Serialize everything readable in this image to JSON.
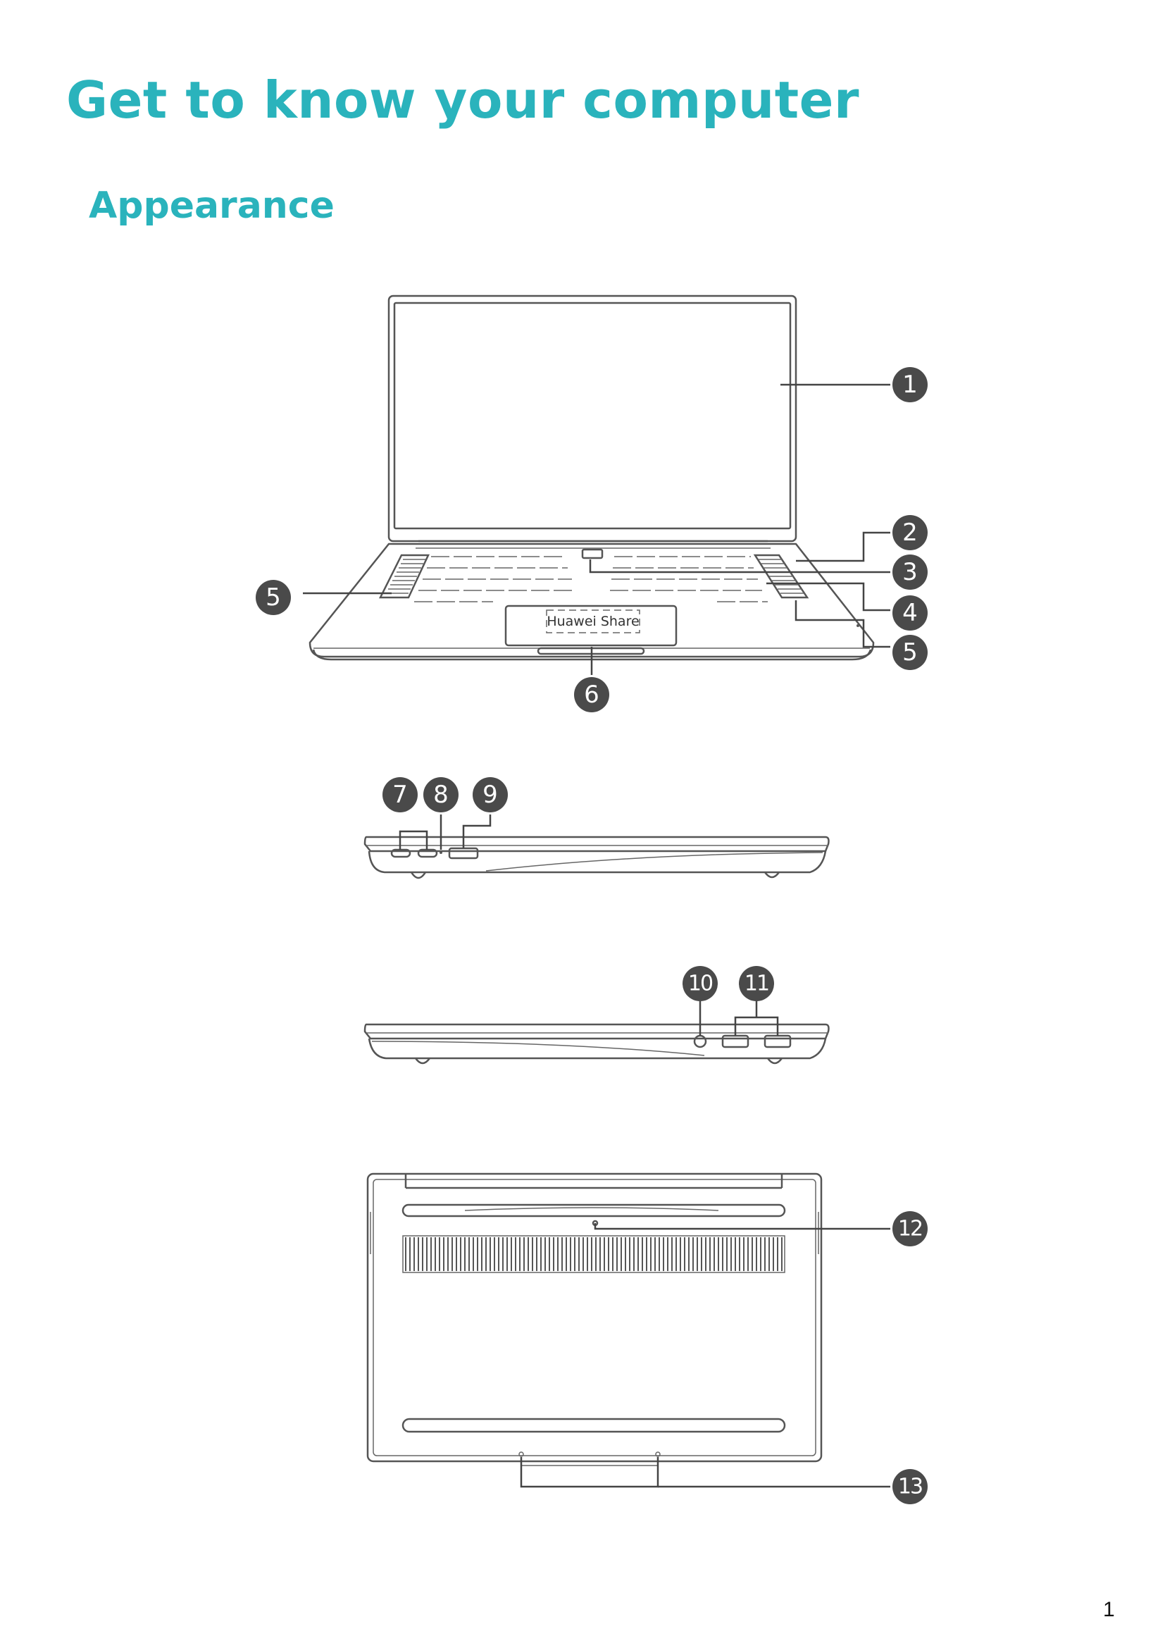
{
  "page": {
    "title": "Get to know your computer",
    "section": "Appearance",
    "page_number": "1"
  },
  "diagram": {
    "touchpad_label": "Huawei Share",
    "callouts": [
      "1",
      "2",
      "3",
      "4",
      "5",
      "5",
      "6",
      "7",
      "8",
      "9",
      "10",
      "11",
      "12",
      "13"
    ]
  }
}
